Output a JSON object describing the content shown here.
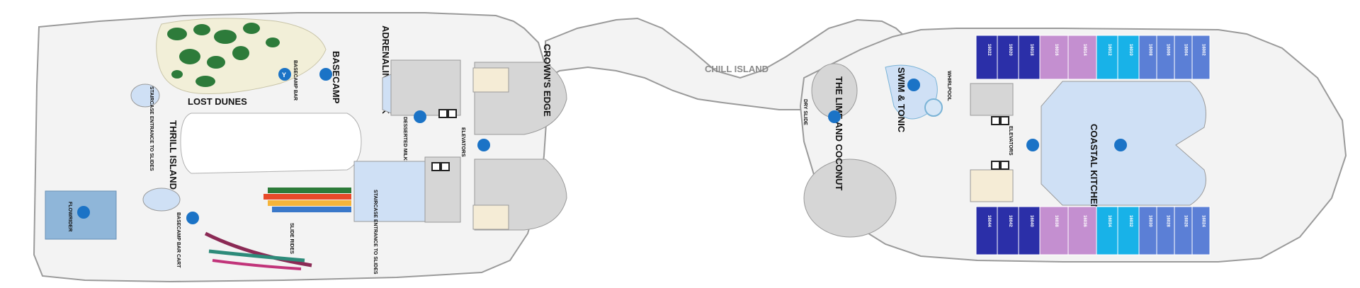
{
  "deck_map": {
    "areas": {
      "lost_dunes": "LOST DUNES",
      "basecamp": "BASECAMP",
      "basecamp_bar": "BASECAMP BAR",
      "adrenaline_peak": "ADRENALINE PEAK",
      "thrill_island": "THRILL ISLAND",
      "staircase_entrance_top": "STAIRCASE ENTRANCE TO SLIDES",
      "staircase_entrance_bottom": "STAIRCASE ENTRANCE TO SLIDES",
      "flowrider": "FLOWRIDER",
      "basecamp_bar_cart": "BASECAMP BAR CART",
      "slide_rides": "SLIDE RIDES",
      "desserted_milkshake_bar": "DESSERTED MILKSHAKE BAR",
      "elevators_mid": "ELEVATORS",
      "crowns_edge": "CROWN'S EDGE",
      "chill_island": "CHILL ISLAND",
      "dry_slide": "DRY SLIDE",
      "lime_and_coconut": "THE LIME AND COCONUT",
      "swim_and_tonic": "SWIM & TONIC",
      "whirlpool": "WHIRLPOOL",
      "elevators_aft": "ELEVATORS",
      "coastal_kitchen": "COASTAL KITCHEN"
    },
    "staterooms": {
      "top_row": [
        "16022",
        "16020",
        "16018",
        "16016",
        "16014",
        "16012",
        "16010",
        "16008",
        "16006",
        "16004",
        "16002"
      ],
      "bottom_row": [
        "16044",
        "16042",
        "16040",
        "16038",
        "16036",
        "16034",
        "16032",
        "16030",
        "16028",
        "16026",
        "16024"
      ]
    },
    "colors": {
      "deck": "#f3f3f3",
      "outline": "#9a9a9a",
      "pool_blue": "#cfe0f5",
      "flowrider_blue": "#8fb6d9",
      "dunes_sand": "#f2efd8",
      "dunes_green": "#2d7b3a",
      "venue_gray": "#d6d6d6",
      "elevator_cream": "#f5ecd6",
      "icon_blue": "#1b73c6",
      "suite_navy": "#2b2fa8",
      "suite_purple": "#c48fd0",
      "suite_cyan": "#18b2e8",
      "suite_periwinkle": "#5b7fd6"
    },
    "icons": [
      "bar-icon",
      "restaurant-icon",
      "flowrider-icon",
      "elevator-icon",
      "pool-icon"
    ]
  }
}
